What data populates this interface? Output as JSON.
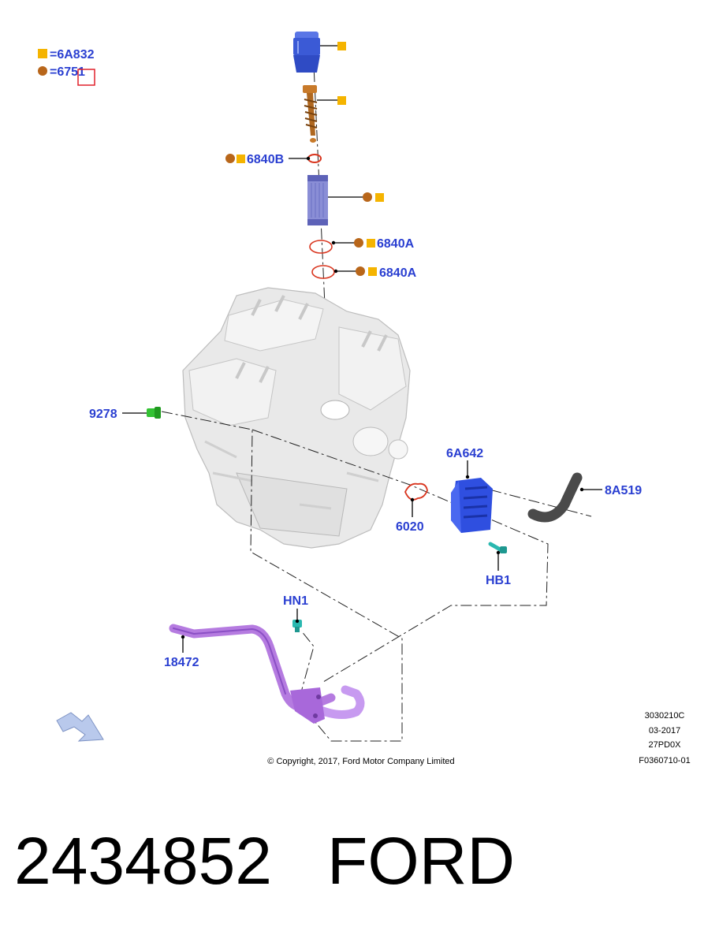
{
  "colors": {
    "callout_text": "#2a3fd1",
    "square_marker": "#f5b400",
    "circle_marker": "#b8661a",
    "leader": "#000000",
    "centerline": "#222222",
    "oring": "#d9351e",
    "filter_cap": "#3b5ad6",
    "bolt": "#c87a2a",
    "filter_element": "#8a8ed6",
    "cooler": "#2f4fe0",
    "hose": "#4a4a4a",
    "oil_tube": "#b57be0",
    "sensor": "#33c233",
    "stud": "#2ab8b0",
    "engine": "#d6d6d6"
  },
  "legend": {
    "items": [
      {
        "marker": "square",
        "text": "=6A832"
      },
      {
        "marker": "circle",
        "text": "=6751"
      }
    ]
  },
  "callouts": {
    "c6840B_top": "6840B",
    "c6840A_1": "6840A",
    "c6840A_2": "6840A",
    "c9278": "9278",
    "c6A642": "6A642",
    "c8A519": "8A519",
    "c6020": "6020",
    "cHB1": "HB1",
    "cHN1": "HN1",
    "c18472": "18472"
  },
  "meta": {
    "line1": "3030210C",
    "line2": "03-2017",
    "line3": "27PD0X",
    "line4": "F0360710-01",
    "copyright": "© Copyright, 2017, Ford Motor Company Limited"
  },
  "footer": {
    "part_number": "2434852",
    "brand": "FORD"
  },
  "icons": {
    "direction_arrow": "front-direction-arrow-icon",
    "engine": "engine-illustration"
  }
}
